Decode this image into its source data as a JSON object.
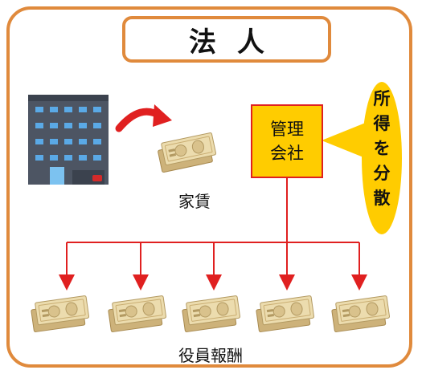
{
  "title": "法人",
  "management_company": "管理\n会社",
  "rent_label": "家賃",
  "income_split": "所\n得\nを\n分\n散",
  "executive_pay_label": "役員報酬",
  "colors": {
    "frame": "#e08a3c",
    "arrow": "#e02020",
    "management_fill": "#ffcc00",
    "bubble_fill": "#ffcc00",
    "banknote": "#e9d7a8"
  },
  "icons": {
    "building": "building-icon",
    "curved_arrow": "curved-arrow-icon",
    "banknote": "banknote-icon"
  }
}
